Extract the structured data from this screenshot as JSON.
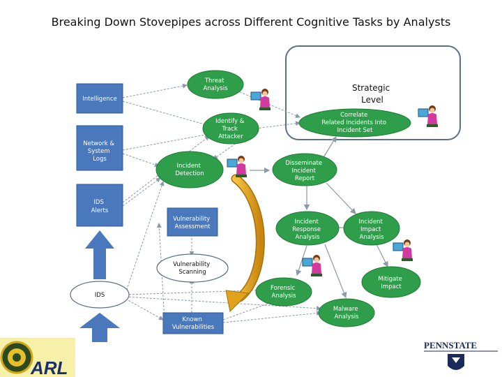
{
  "title": "Breaking Down Stovepipes across Different Cognitive Tasks by Analysts",
  "strategic_label": [
    "Strategic",
    "Level"
  ],
  "sources": {
    "intelligence": [
      "Intelligence"
    ],
    "network_logs": [
      "Network &",
      "System",
      "Logs"
    ],
    "ids_alerts": [
      "IDS",
      "Alerts"
    ],
    "ids": [
      "IDS"
    ]
  },
  "nodes": {
    "threat_analysis": [
      "Threat",
      "Analysis"
    ],
    "identify_track": [
      "Identify &",
      "Track",
      "Attacker"
    ],
    "correlate": [
      "Correlate",
      "Related Incidents Into",
      "Incident Set"
    ],
    "incident_detection": [
      "Incident",
      "Detection"
    ],
    "disseminate": [
      "Disseminate",
      "Incident",
      "Report"
    ],
    "vuln_assessment": [
      "Vulnerability",
      "Assessment"
    ],
    "vuln_scanning": [
      "Vulnerability",
      "Scanning"
    ],
    "incident_response": [
      "Incident",
      "Response",
      "Analysis"
    ],
    "incident_impact": [
      "Incident",
      "Impact",
      "Analysis"
    ],
    "mitigate": [
      "Mitigate",
      "Impact"
    ],
    "forensic": [
      "Forensic",
      "Analysis"
    ],
    "malware": [
      "Malware",
      "Analysis"
    ],
    "known_vulns": [
      "Known",
      "Vulnerabilities"
    ]
  },
  "logos": {
    "arl": "ARL",
    "pennstate": "PENNSTATE"
  },
  "colors": {
    "green": "#2e9e4a",
    "blue": "#4a78bd",
    "arrow_gold": "#e0a21b"
  }
}
